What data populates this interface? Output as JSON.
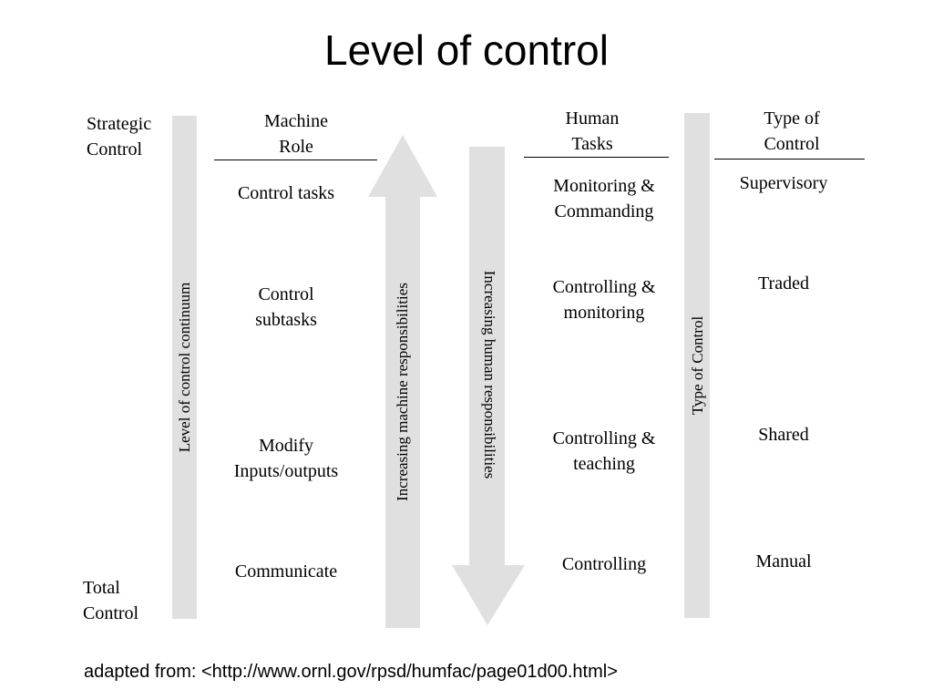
{
  "title": "Level of control",
  "left_axis": {
    "top_label": "Strategic\nControl",
    "bottom_label": "Total\nControl",
    "bar_label": "Level of control continuum"
  },
  "machine": {
    "header": "Machine\nRole",
    "items": [
      "Control tasks",
      "Control\nsubtasks",
      "Modify\nInputs/outputs",
      "Communicate"
    ]
  },
  "arrows": {
    "up_label": "Increasing machine responsibilities",
    "down_label": "Increasing human responsibilities"
  },
  "human": {
    "header": "Human\nTasks",
    "items": [
      "Monitoring &\nCommanding",
      "Controlling &\nmonitoring",
      "Controlling &\nteaching",
      "Controlling"
    ]
  },
  "type_bar_label": "Type of Control",
  "control_type": {
    "header": "Type of\nControl",
    "items": [
      "Supervisory",
      "Traded",
      "Shared",
      "Manual"
    ]
  },
  "source": "adapted from: <http://www.ornl.gov/rpsd/humfac/page01d00.html>",
  "colors": {
    "bar_fill": "#e0e0e0",
    "text": "#000000"
  }
}
